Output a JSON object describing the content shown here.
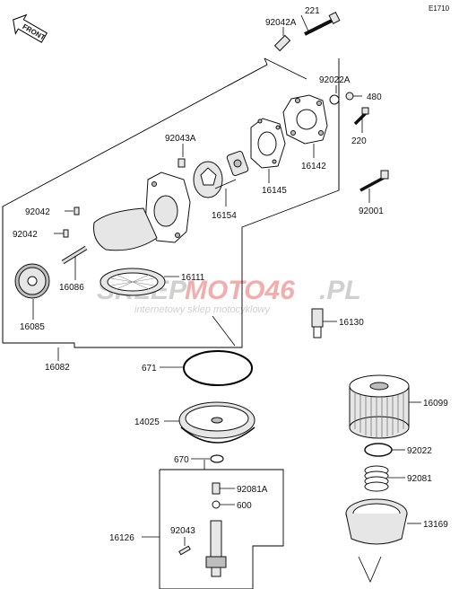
{
  "diagram_code": "E1710",
  "front_label": "FRONT",
  "watermark": {
    "brand_part1": "SKLEP",
    "brand_part2": "MOTO46",
    "brand_part3": ".PL",
    "tagline": "internetowy sklep motocyklowy",
    "color_grey": "#c8c8c8",
    "color_red": "#f0a0a0"
  },
  "callouts": {
    "c221": "221",
    "c92042A": "92042A",
    "c92022A": "92022A",
    "c480": "480",
    "c220": "220",
    "c16142": "16142",
    "c92043A": "92043A",
    "c16145": "16145",
    "c92001": "92001",
    "c16154": "16154",
    "c92042a": "92042",
    "c92042b": "92042",
    "c16086": "16086",
    "c16111": "16111",
    "c16085": "16085",
    "c16130": "16130",
    "c16082": "16082",
    "c671": "671",
    "c16099": "16099",
    "c14025": "14025",
    "c92022": "92022",
    "c670": "670",
    "c92081": "92081",
    "c92081A": "92081A",
    "c600": "600",
    "c16126": "16126",
    "c92043": "92043",
    "c13169": "13169"
  }
}
